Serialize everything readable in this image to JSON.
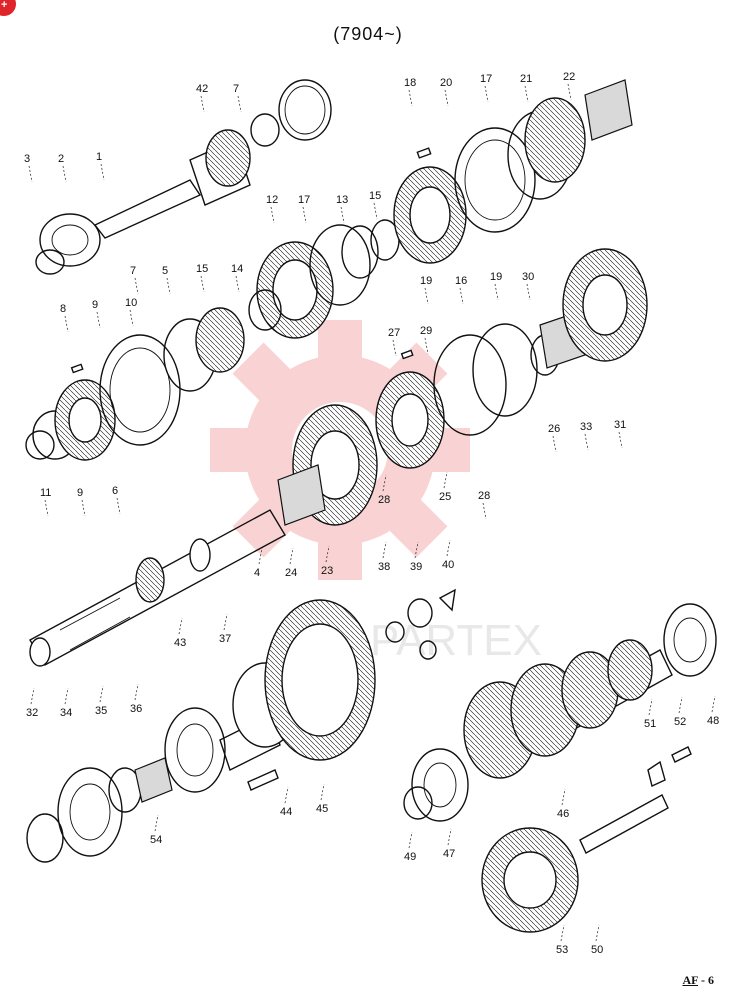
{
  "title": "(7904~)",
  "badge": "+",
  "page_ref": {
    "prefix": "AF",
    "sep": " - ",
    "number": "6"
  },
  "watermark_text": "PARTEX",
  "colors": {
    "watermark": "#f2a0a0",
    "badge": "#e0252a",
    "ink": "#111111"
  },
  "callouts": [
    "42",
    "7",
    "18",
    "20",
    "17",
    "21",
    "22",
    "3",
    "2",
    "1",
    "12",
    "17",
    "13",
    "15",
    "7",
    "5",
    "15",
    "14",
    "19",
    "16",
    "19",
    "30",
    "8",
    "9",
    "10",
    "27",
    "29",
    "11",
    "9",
    "6",
    "28",
    "25",
    "28",
    "26",
    "33",
    "31",
    "4",
    "24",
    "23",
    "38",
    "39",
    "40",
    "43",
    "37",
    "32",
    "34",
    "35",
    "36",
    "48",
    "51",
    "52",
    "54",
    "44",
    "45",
    "46",
    "49",
    "47",
    "53",
    "50"
  ]
}
